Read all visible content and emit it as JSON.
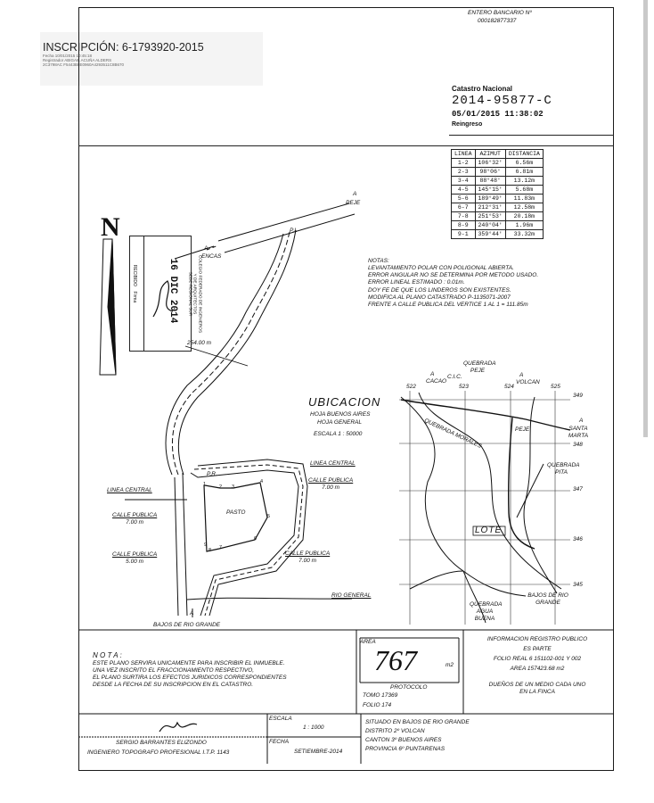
{
  "stamp": {
    "inscription": "INSCRIPCIÓN: 6-1793920-2015",
    "fecha": "Fecha      10/01/2015 10:45:18",
    "registrador": "Registrador  ABIGAIL ACUÑA ALDERS",
    "hash": "2C3798AC F5443B8E0960A4293511C8B670"
  },
  "header": {
    "entero_bancario": "ENTERO BANCARIO Nº",
    "entero_number": "000182877337",
    "catastro_label": "Catastro Nacional",
    "catastro_number": "2014-95877-C",
    "catastro_datetime": "05/01/2015 11:38:02",
    "catastro_status": "Reingreso"
  },
  "survey_table": {
    "headers": [
      "LINEA",
      "AZIMUT",
      "DISTANCIA"
    ],
    "rows": [
      [
        "1-2",
        "106°32'",
        "6.56m"
      ],
      [
        "2-3",
        "98°06'",
        "6.81m"
      ],
      [
        "3-4",
        "88°48'",
        "13.12m"
      ],
      [
        "4-5",
        "145°15'",
        "5.68m"
      ],
      [
        "5-6",
        "189°49'",
        "11.83m"
      ],
      [
        "6-7",
        "212°31'",
        "12.58m"
      ],
      [
        "7-8",
        "251°53'",
        "20.18m"
      ],
      [
        "8-9",
        "240°04'",
        "1.96m"
      ],
      [
        "9-1",
        "359°44'",
        "33.32m"
      ]
    ]
  },
  "notes": {
    "title": "NOTAS:",
    "lines": [
      "LEVANTAMIENTO POLAR CON POLIGONAL ABIERTA.",
      "ERROR ANGULAR NO SE DETERMINA POR METODO USADO.",
      "ERROR LINEAL ESTIMADO : 0.01m.",
      "DOY FE DE QUE LOS LINDEROS SON EXISTENTES.",
      "MODIFICA AL PLANO CATASTRADO P-1135071-2007",
      "FRENTE A CALLE PUBLICA DEL VERTICE 1 AL 1 = 111.85m"
    ]
  },
  "plan": {
    "north": "N",
    "a_peje": "A",
    "peje": "PEJE",
    "pi": "P.I.",
    "a_encas": "A",
    "encas": "ENCAS",
    "distance": "254.00 m",
    "linea_central_r": "LINEA CENTRAL",
    "calle_publica_r1": "CALLE PUBLICA",
    "calle_publica_r1_width": "7.00 m",
    "linea_central_l": "LINEA CENTRAL",
    "calle_publica_l1": "CALLE PUBLICA",
    "calle_publica_l1_width": "7.00 m",
    "calle_publica_l2": "CALLE PUBLICA",
    "calle_publica_l2_width": "5.00 m",
    "calle_publica_r2": "CALLE PUBLICA",
    "calle_publica_r2_width": "7.00 m",
    "pasto": "PASTO",
    "rio_general": "RIO GENERAL",
    "a_bajos": "A",
    "bajos": "BAJOS DE RIO GRANDE",
    "vertex_labels": [
      "1",
      "2",
      "3",
      "4",
      "5",
      "6",
      "7",
      "8",
      "9"
    ],
    "pr": "P.R."
  },
  "seal": {
    "date": "16 DIC 2014",
    "lines": [
      "COLEGIO FEDERADO DE INGENIEROS",
      "Y DE ARQUITECTOS",
      "SEDE REGIONAL SUR"
    ],
    "side": [
      "RECIBIDO",
      "Firma"
    ]
  },
  "location": {
    "title": "UBICACION",
    "hoja": "HOJA BUENOS AIRES",
    "hoja_general": "HOJA GENERAL",
    "escala": "ESCALA  1 : 50000",
    "quebrada_peje": "QUEBRADA PEJE",
    "cacao": "CACAO",
    "cic": "C.I.C.",
    "a_cacao": "A",
    "a_volcan": "A",
    "volcan": "VOLCAN",
    "quebrada_morales": "QUEBRADA MORALES",
    "peje": "PEJE",
    "a_sm": "A",
    "santa_marta": "SANTA MARTA",
    "quebrada_pita": "QUEBRADA PITA",
    "lote": "LOTE",
    "bajos": "BAJOS DE RIO GRANDE",
    "quebrada_agua_buena": "QUEBRADA AGUA BUENA",
    "grid_top": [
      "522",
      "523",
      "524",
      "525"
    ],
    "grid_right": [
      "349",
      "348",
      "347",
      "346",
      "345"
    ]
  },
  "footer": {
    "nota_title": "N O T A :",
    "nota_lines": [
      "ESTE PLANO SERVIRA UNICAMENTE PARA INSCRIBIR EL INMUEBLE.",
      "UNA VEZ INSCRITO EL FRACCIONAMIENTO RESPECTIVO,",
      "EL PLANO SURTIRA LOS EFECTOS JURIDICOS CORRESPONDIENTES",
      "DESDE LA FECHA DE SU INSCRIPCION EN EL CATASTRO."
    ],
    "area_label": "AREA",
    "area_value": "767",
    "area_unit": "m2",
    "protocolo_label": "PROTOCOLO",
    "tomo": "TOMO   17369",
    "folio": "FOLIO   174",
    "registro_title": "INFORMACION REGISTRO PUBLICO",
    "es_parte": "ES PARTE",
    "folio_real": "FOLIO REAL  6 151102-001 Y 002",
    "area_registro": "AREA  157423.68 m2",
    "duenos": "DUEÑOS DE UN MEDIO CADA UNO",
    "en_la_finca": "EN LA FINCA",
    "escala_label": "ESCALA",
    "escala_value": "1 : 1000",
    "fecha_label": "FECHA",
    "fecha_value": "SETIEMBRE-2014",
    "surveyor_name": "SERGIO BARRANTES ELIZONDO",
    "surveyor_title": "INGENIERO TOPOGRAFO PROFESIONAL I.T.P. 1143",
    "situado": "SITUADO EN BAJOS DE RIO GRANDE",
    "distrito": "DISTRITO 2º VOLCAN",
    "canton": "CANTON 3º BUENOS AIRES",
    "provincia": "PROVINCIA 6º PUNTARENAS"
  }
}
